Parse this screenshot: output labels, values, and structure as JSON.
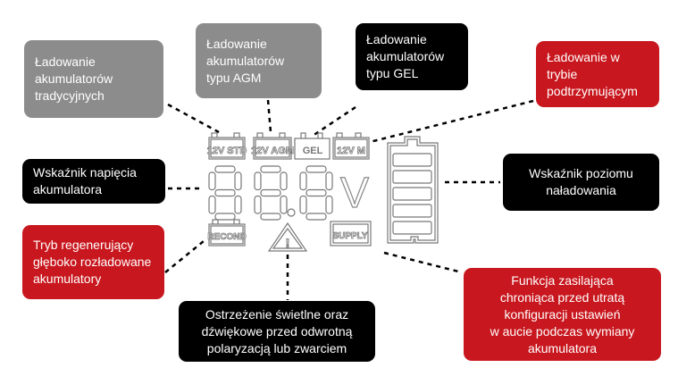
{
  "callouts": {
    "standard": [
      "Ładowanie",
      "akumulatorów",
      "tradycyjnych"
    ],
    "agm": [
      "Ładowanie",
      "akumulatorów",
      "typu AGM"
    ],
    "gel": [
      "Ładowanie",
      "akumulatorów",
      "typu GEL"
    ],
    "maintenance": [
      "Ładowanie w",
      "trybie",
      "podtrzymującym"
    ],
    "voltage": [
      "Wskaźnik napięcia",
      "akumulatora"
    ],
    "charge_level": [
      "Wskaźnik poziomu",
      "naładowania"
    ],
    "recond": [
      "Tryb regenerujący",
      "głęboko rozładowane",
      "akumulatory"
    ],
    "warning": [
      "Ostrzeżenie świetlne oraz",
      "dźwiękowe przed odwrotną",
      "polaryzacją lub zwarciem"
    ],
    "supply": [
      "Funkcja zasilająca",
      "chroniąca przed utratą",
      "konfiguracji ustawień",
      "w aucie podczas wymiany",
      "akumulatora"
    ]
  },
  "lcd": {
    "std": "12V STD",
    "agm": "12V AGM",
    "gel": "GEL",
    "m": "12V M",
    "recond": "RECOND",
    "supply": "SUPPLY",
    "unit": "V",
    "warning_symbol": "!"
  },
  "colors": {
    "grey": "#8c8c8c",
    "black": "#000000",
    "red": "#c8171e"
  }
}
